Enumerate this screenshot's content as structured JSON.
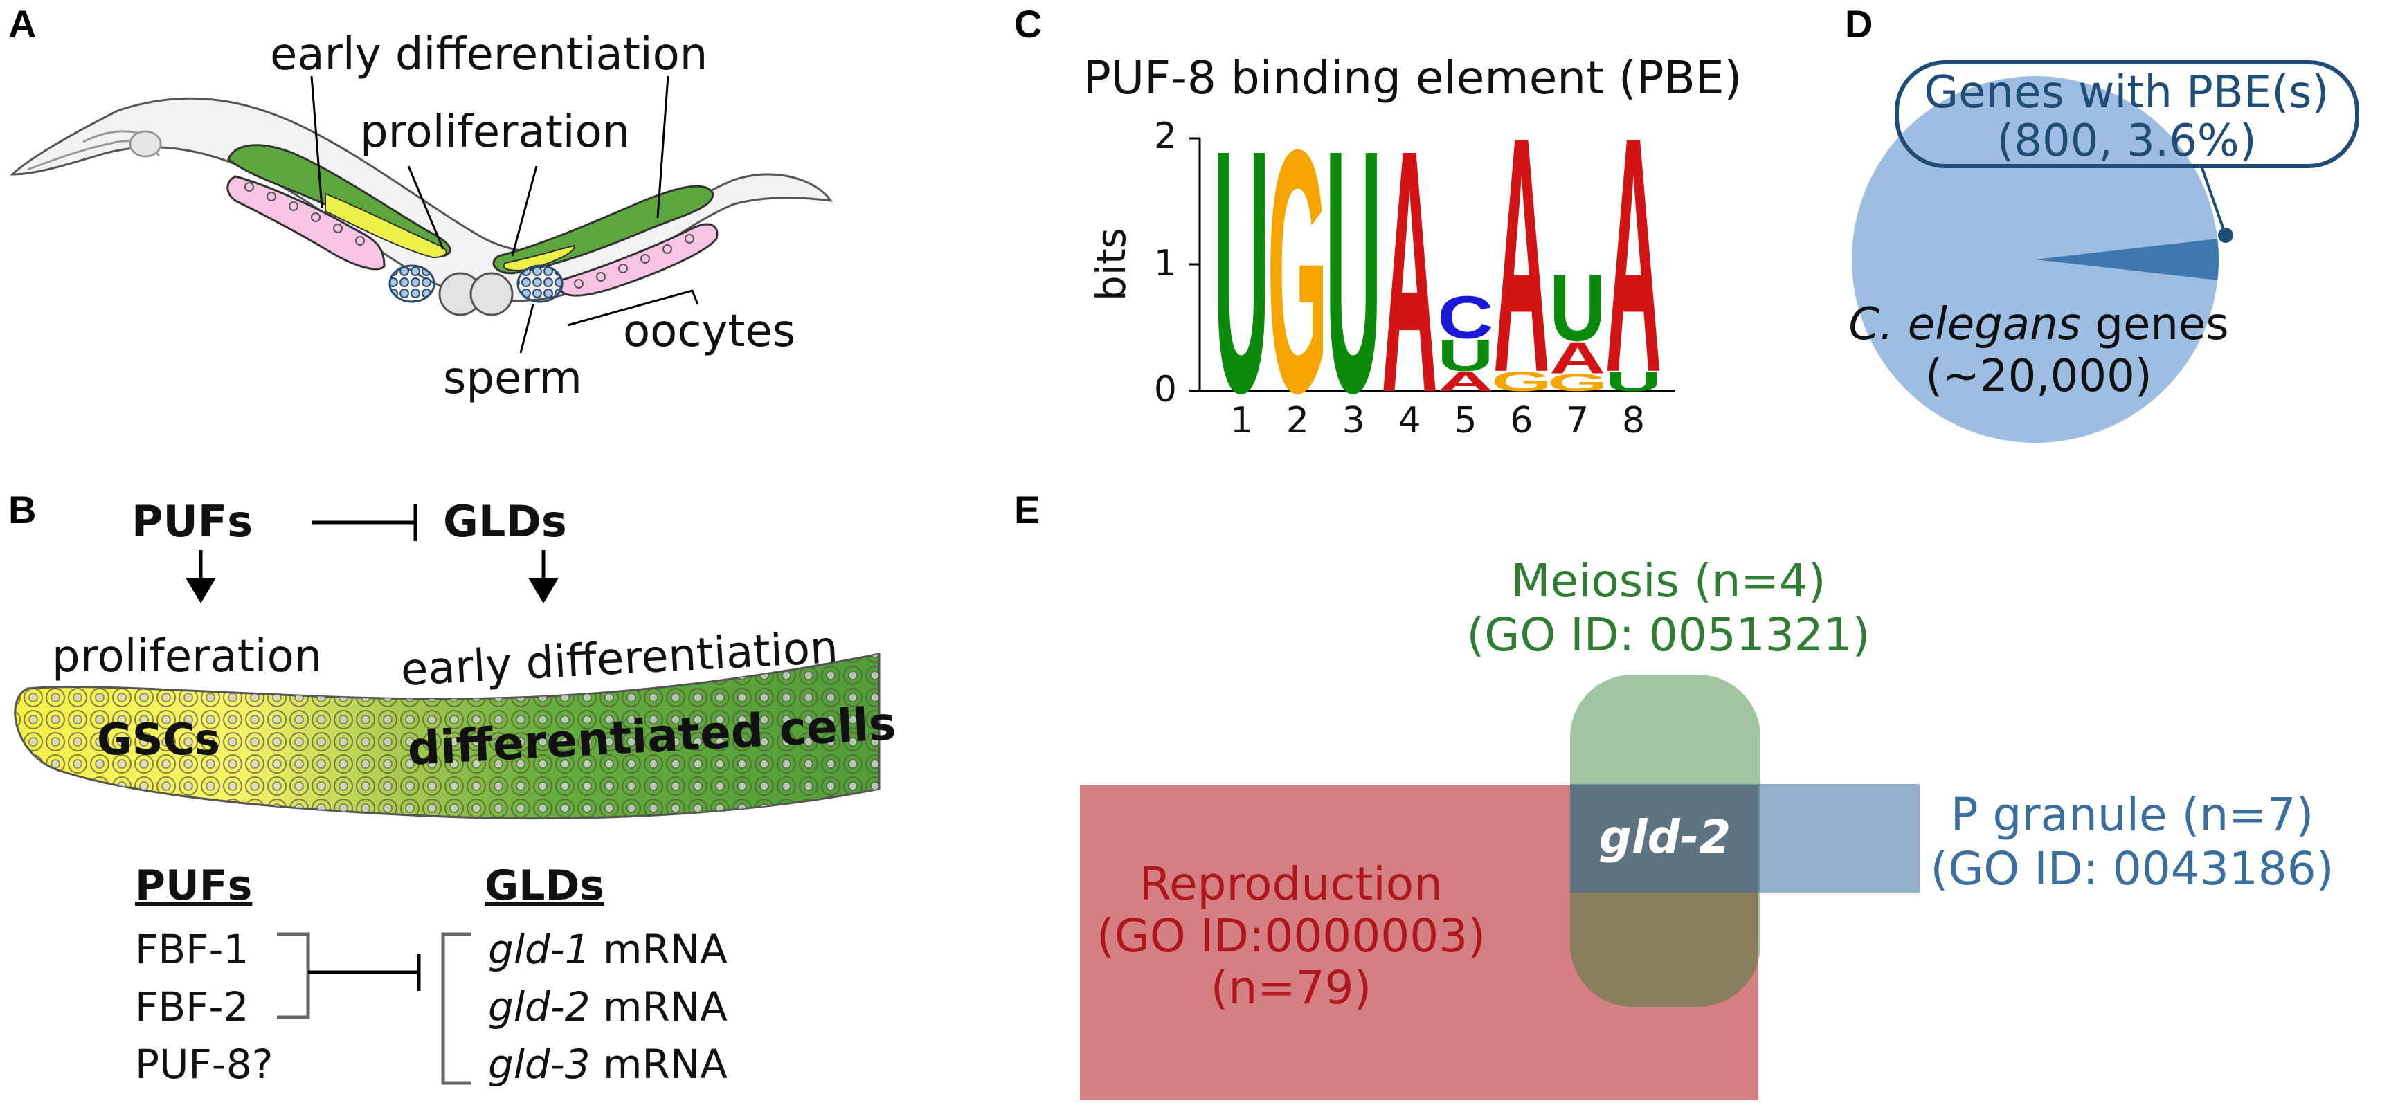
{
  "panels": {
    "a": {
      "letter": "A",
      "labels": {
        "early_differentiation": "early differentiation",
        "proliferation": "proliferation",
        "sperm": "sperm",
        "oocytes": "oocytes"
      }
    },
    "b": {
      "letter": "B",
      "top": {
        "pufs": "PUFs",
        "glds": "GLDs",
        "proliferation": "proliferation",
        "early_differentiation": "early differentiation",
        "gscs": "GSCs",
        "differentiated_cells": "differentiated cells"
      },
      "table": {
        "pufs_header": "PUFs",
        "glds_header": "GLDs",
        "pufs": [
          "FBF-1",
          "FBF-2",
          "PUF-8?"
        ],
        "glds": [
          {
            "gene": "gld-1",
            "suffix": " mRNA"
          },
          {
            "gene": "gld-2",
            "suffix": " mRNA"
          },
          {
            "gene": "gld-3",
            "suffix": " mRNA"
          }
        ]
      }
    },
    "c": {
      "letter": "C",
      "title": "PUF-8 binding element (PBE)",
      "ylabel": "bits",
      "yticks": [
        "0",
        "1",
        "2"
      ],
      "positions": [
        "1",
        "2",
        "3",
        "4",
        "5",
        "6",
        "7",
        "8"
      ],
      "stacks": [
        [
          {
            "base": "U",
            "bits": 2.0
          }
        ],
        [
          {
            "base": "G",
            "bits": 2.0
          }
        ],
        [
          {
            "base": "U",
            "bits": 2.0
          }
        ],
        [
          {
            "base": "A",
            "bits": 2.0
          }
        ],
        [
          {
            "base": "A",
            "bits": 0.16
          },
          {
            "base": "U",
            "bits": 0.26
          },
          {
            "base": "C",
            "bits": 0.35
          }
        ],
        [
          {
            "base": "G",
            "bits": 0.16
          },
          {
            "base": "A",
            "bits": 1.94
          }
        ],
        [
          {
            "base": "G",
            "bits": 0.14
          },
          {
            "base": "A",
            "bits": 0.26
          },
          {
            "base": "U",
            "bits": 0.55
          }
        ],
        [
          {
            "base": "U",
            "bits": 0.16
          },
          {
            "base": "A",
            "bits": 1.94
          }
        ]
      ],
      "colors": {
        "A": "#d21414",
        "C": "#1a1ad6",
        "G": "#f5a400",
        "U": "#0c8a0c"
      }
    },
    "d": {
      "letter": "D",
      "callout_line1": "Genes with PBE(s)",
      "callout_line2": "(800, 3.6%)",
      "label_species": "C. elegans",
      "label_genes": " genes",
      "label_count": "(~20,000)",
      "slice_percent": 3.6,
      "colors": {
        "main": "#9dbde3",
        "slice": "#3d78b0",
        "callout": "#1f4d78"
      }
    },
    "e": {
      "letter": "E",
      "meiosis_line1": "Meiosis (n=4)",
      "meiosis_line2": "(GO ID: 0051321)",
      "pgranule_line1": "P granule (n=7)",
      "pgranule_line2": "(GO ID: 0043186)",
      "reproduction_line1": "Reproduction",
      "reproduction_line2": "(GO ID:0000003)",
      "reproduction_line3": "(n=79)",
      "center": "gld-2",
      "colors": {
        "meiosis": "#2e7d32",
        "pgranule": "#3a6e9e",
        "reproduction": "#b0171c"
      }
    }
  }
}
